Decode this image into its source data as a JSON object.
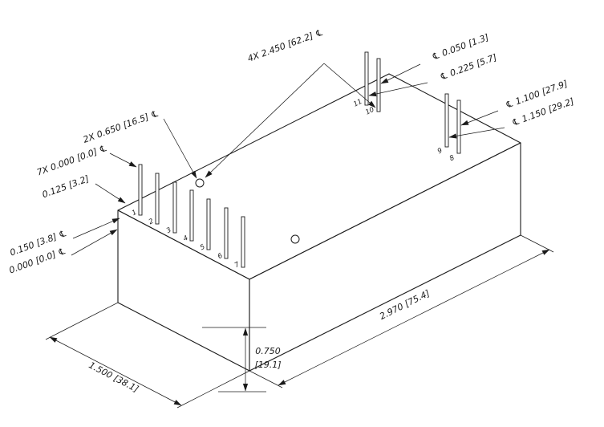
{
  "annotations": {
    "pin_spacing": "4X 2.450 [62.2] ℄",
    "offset_0050": "℄ 0.050 [1.3]",
    "offset_0225": "℄ 0.225 [5.7]",
    "offset_1100": "℄ 1.100 [27.9]",
    "offset_1150": "℄ 1.150 [29.2]",
    "hole_spacing": "2X 0.650 [16.5] ℄",
    "pin_row_datum": "7X 0.000 [0.0] ℄",
    "offset_0125": "0.125 [3.2]",
    "offset_0150": "0.150 [3.8] ℄",
    "offset_0000": "0.000 [0.0] ℄",
    "body_width": "1.500 [38.1]",
    "body_length": "2.970 [75.4]",
    "body_height": "0.750",
    "body_height_mm": "[19.1]"
  },
  "pins": {
    "front_row": [
      "1",
      "2",
      "3",
      "4",
      "5",
      "6",
      "7"
    ],
    "back_left": [
      "11",
      "10"
    ],
    "back_right": [
      "9",
      "8"
    ]
  },
  "colors": {
    "line": "#1a1a1a",
    "background": "#ffffff"
  }
}
